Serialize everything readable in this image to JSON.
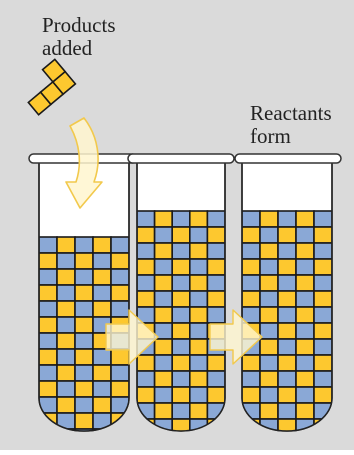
{
  "labels": {
    "products_line1": "Products",
    "products_line2": "added",
    "reactants_line1": "Reactants",
    "reactants_line2": "form"
  },
  "colors": {
    "background": "#dadada",
    "product_square": "#fdc82f",
    "reactant_square": "#8aa8d6",
    "grid_line": "#1a1a1a",
    "tube_glass": "#ffffff",
    "arrow_fill": "#fff6cf"
  },
  "icons": {
    "added_squares": "tetromino-squares-icon",
    "drop_arrow": "curved-down-arrow-icon",
    "transition_arrow": "right-arrow-icon"
  }
}
